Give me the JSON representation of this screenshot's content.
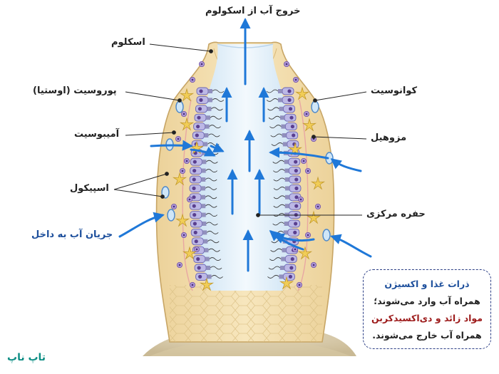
{
  "labels": {
    "water_exit": "خروج آب از اسکولوم",
    "osculum": "اسکلوم",
    "porocyte": "پوروسیت (اوستیا)",
    "amoebocyte": "آمیبوسیت",
    "spicule": "اسپیکول",
    "water_inflow": "جریان آب به داخل",
    "choanocyte": "کوانوسیت",
    "mesohyl": "مزوهیل",
    "central_cavity": "حفره مرکزی"
  },
  "callout": {
    "line1": "ذرات غذا و اکسیژن",
    "line2": "همراه آب وارد می‌شوند؛",
    "line3": "مواد زائد و دی‌اکسیدکربن",
    "line4": "همراه آب خارج می‌شوند."
  },
  "watermark": "تاپ ناپ",
  "colors": {
    "mesohyl": "#f3dfae",
    "cavity": "#e3f0fa",
    "choanocyte": "#bcb8e6",
    "arrow": "#1f78d8",
    "label_blue": "#1d4f9c",
    "label_red": "#9d1b1b",
    "watermark": "#0d8e84"
  }
}
